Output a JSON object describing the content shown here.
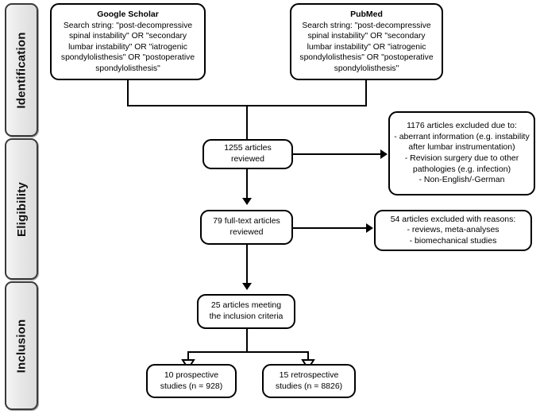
{
  "diagram": {
    "type": "prisma-flow-diagram",
    "stages": [
      {
        "id": "identification",
        "label": "Identification"
      },
      {
        "id": "eligibility",
        "label": "Eligibility"
      },
      {
        "id": "inclusion",
        "label": "Inclusion"
      }
    ],
    "search_string": "Search string: \"post-decompressive\nspinal instability\" OR \"secondary\nlumbar instability\" OR \"iatrogenic\nspondylolisthesis\" OR \"postoperative\nspondylolisthesis\"",
    "sources": [
      {
        "id": "google-scholar",
        "title": "Google Scholar"
      },
      {
        "id": "pubmed",
        "title": "PubMed"
      }
    ],
    "nodes": {
      "reviewed": {
        "count": 1255,
        "text": "1255 articles\nreviewed"
      },
      "excluded_screening": {
        "count": 1176,
        "text": "1176 articles excluded due to:\n- aberrant information (e.g. instability\nafter lumbar instrumentation)\n- Revision surgery due to other\npathologies (e.g. infection)\n- Non-English/-German"
      },
      "fulltext": {
        "count": 79,
        "text": "79 full-text articles\nreviewed"
      },
      "excluded_fulltext": {
        "count": 54,
        "text": "54 articles excluded with reasons:\n- reviews, meta-analyses\n- biomechanical studies"
      },
      "included": {
        "count": 25,
        "text": "25 articles meeting\nthe inclusion criteria"
      },
      "prospective": {
        "count": 10,
        "n": 928,
        "text": "10 prospective\nstudies (n = 928)"
      },
      "retrospective": {
        "count": 15,
        "n": 8826,
        "text": "15 retrospective\nstudies (n = 8826)"
      }
    },
    "colors": {
      "stroke": "#000000",
      "band_border": "#3a3a3a",
      "band_fill_light": "#f4f4f4",
      "band_fill_dark": "#dcdcdc",
      "node_fill": "#ffffff"
    }
  }
}
